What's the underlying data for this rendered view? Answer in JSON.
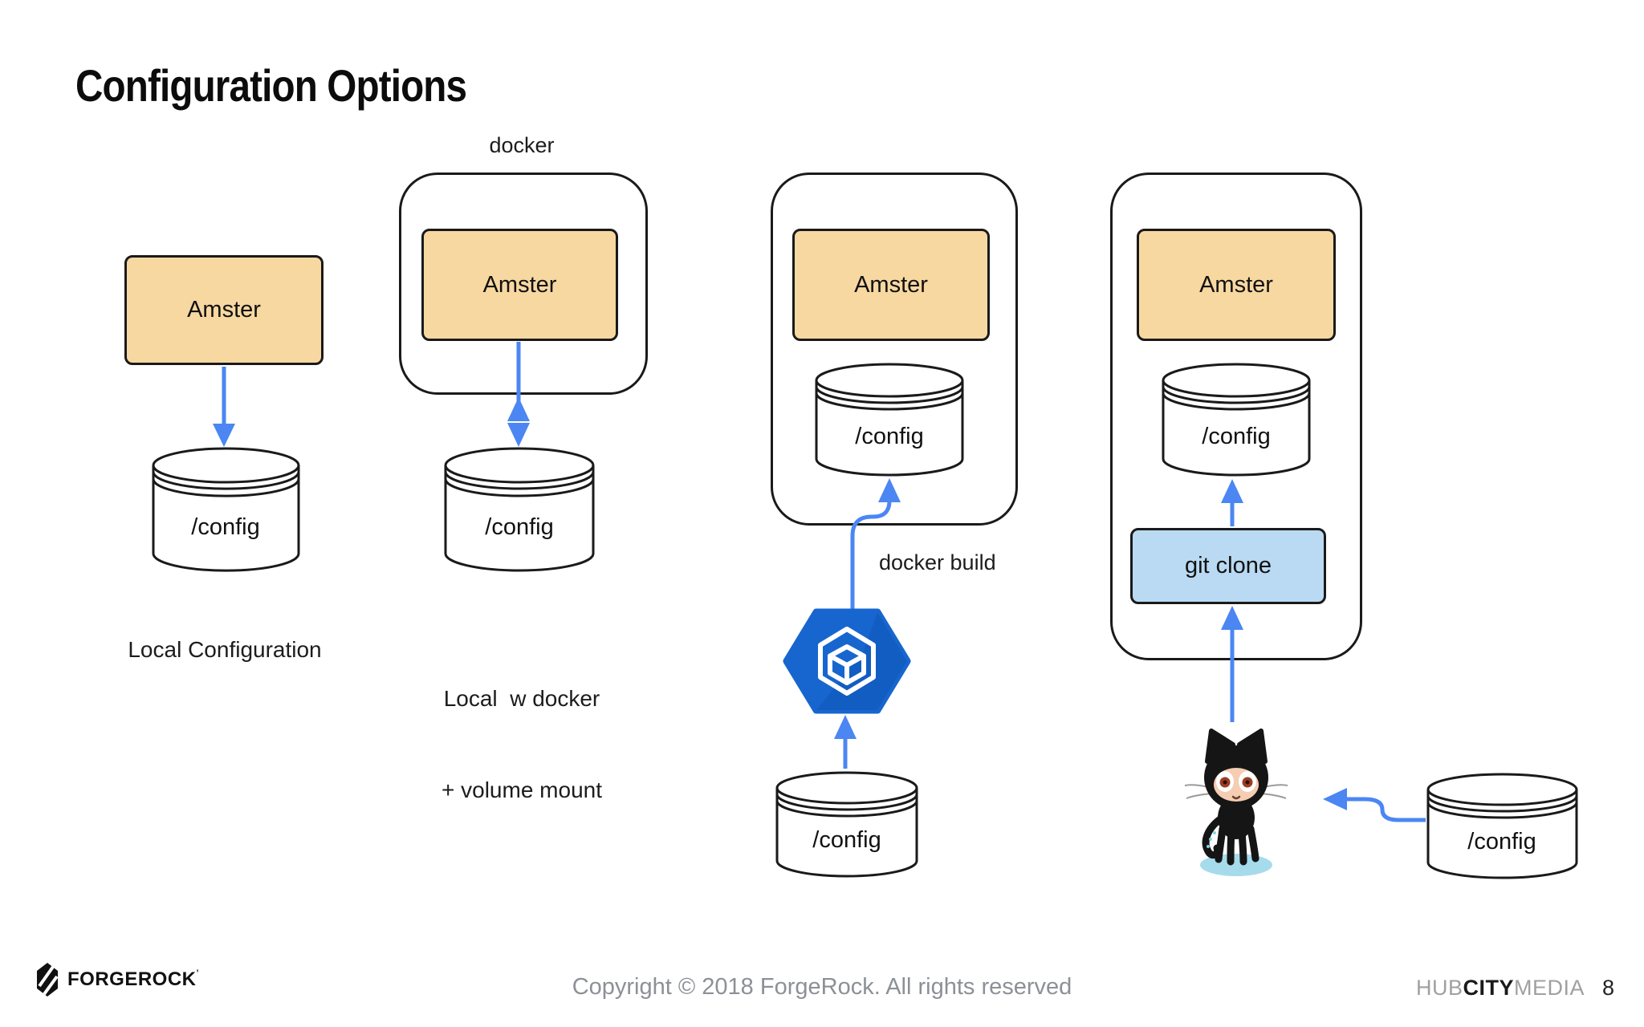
{
  "slide": {
    "title": "Configuration Options"
  },
  "diagram1": {
    "box": "Amster",
    "cylinder": "/config",
    "caption": "Local Configuration"
  },
  "diagram2": {
    "docker_label": "docker",
    "box": "Amster",
    "cylinder": "/config",
    "caption_line1": "Local  w docker",
    "caption_line2": "+ volume mount"
  },
  "diagram3": {
    "box": "Amster",
    "cylinder_top": "/config",
    "docker_build_label": "docker build",
    "cylinder_bottom": "/config"
  },
  "diagram4": {
    "box": "Amster",
    "cylinder_top": "/config",
    "git_clone_label": "git clone",
    "cylinder_right": "/config"
  },
  "footer": {
    "logo_text": "FORGEROCK",
    "copyright": "Copyright © 2018 ForgeRock. All rights reserved",
    "brand_hub": "HUB",
    "brand_city": "CITY",
    "brand_media": "MEDIA",
    "page_number": "8"
  },
  "colors": {
    "arrow_blue": "#4B86F3",
    "amster_orange": "#F8D8A1",
    "git_clone_blue": "#B9DAF2",
    "hexagon_blue": "#1766CF",
    "hexagon_shade": "#0F56B8",
    "outline_black": "#1A1A1A",
    "footer_gray": "#8D9096",
    "octocat_face": "#F5CDB3",
    "octocat_shadow": "#A6DBEC"
  }
}
